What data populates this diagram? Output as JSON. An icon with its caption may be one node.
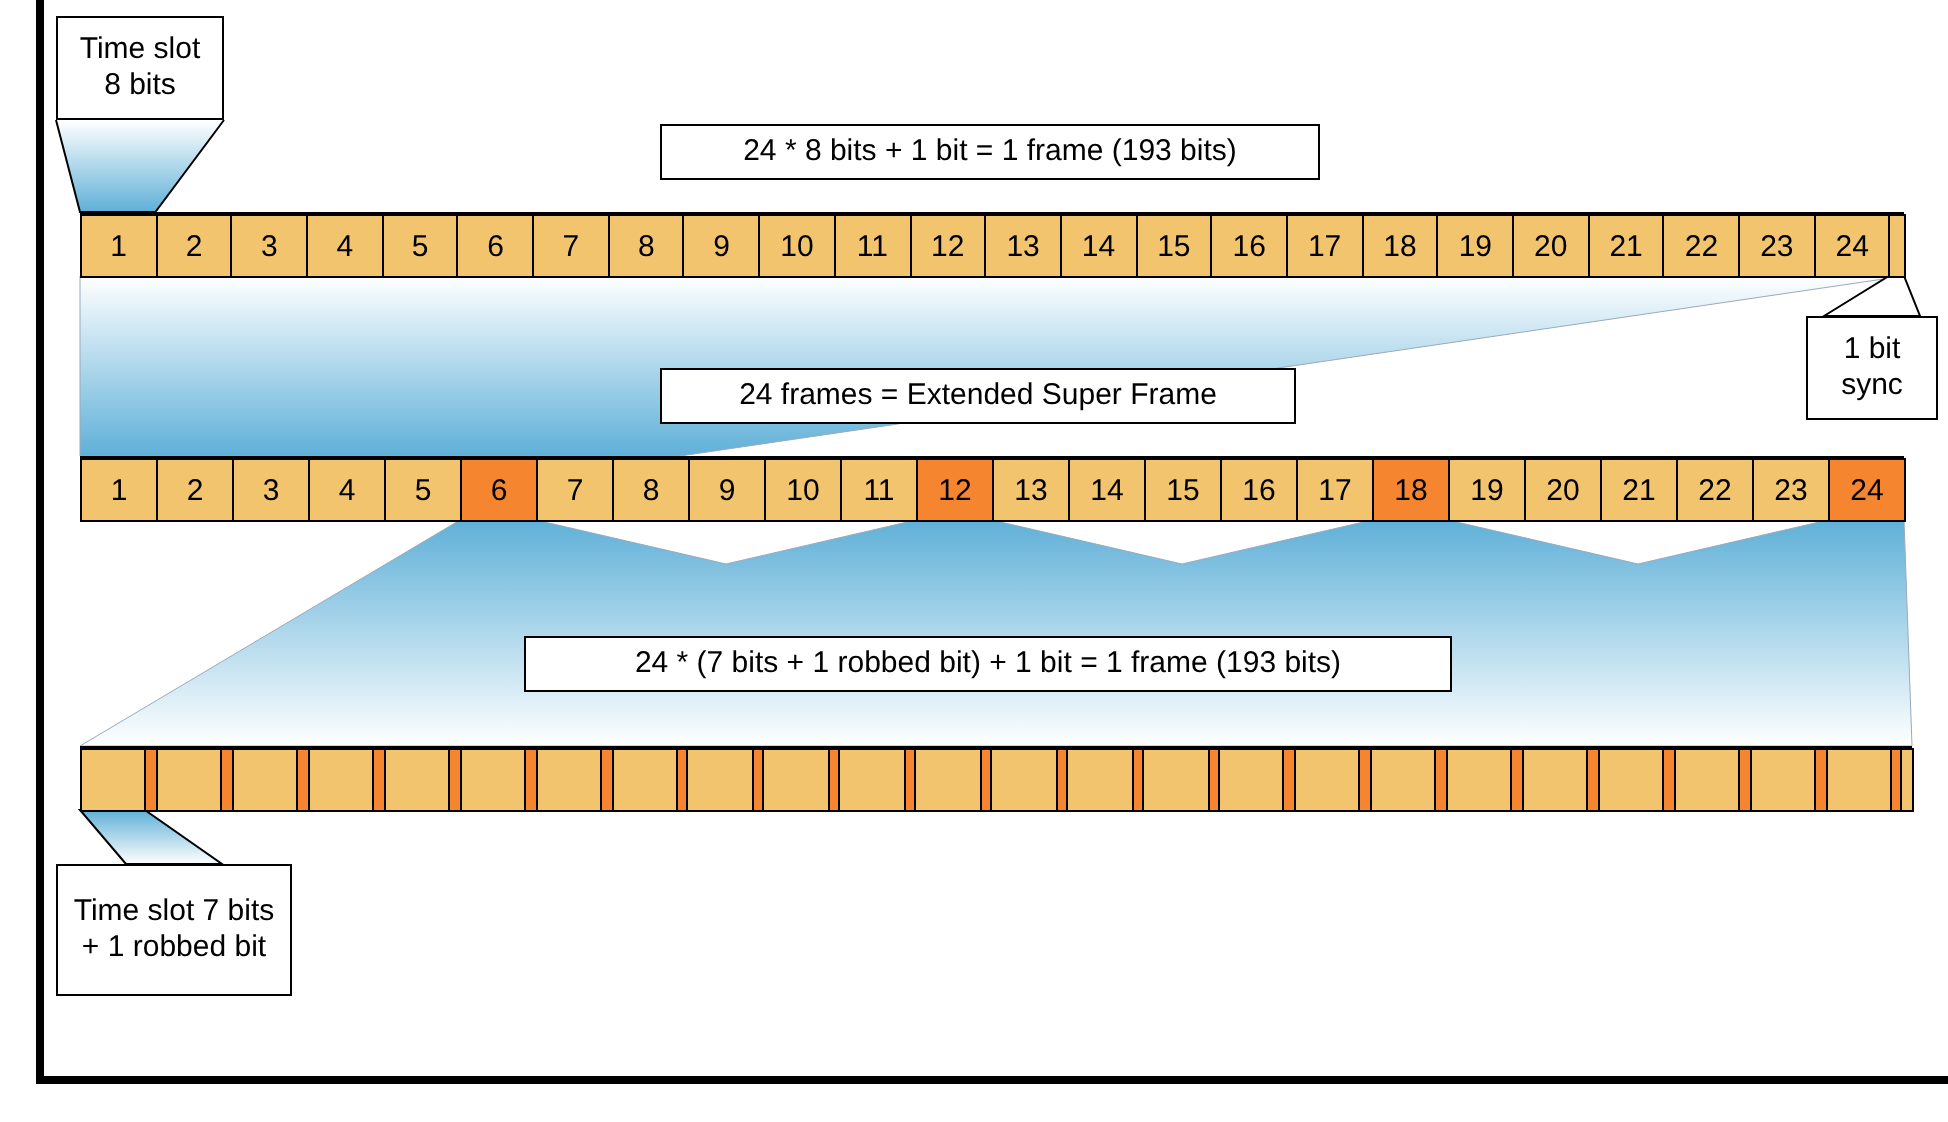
{
  "diagram": {
    "nodes": [
      {
        "text": [
          "Time slot 8 bits"
        ]
      },
      {
        "text": [
          "24 * 8 bits + 1 bit = 1 frame (193 bits)"
        ]
      },
      {
        "text": [],
        "shape": "bar"
      },
      {
        "text": [
          "1"
        ],
        "in": 2
      },
      {
        "text": [
          "2"
        ],
        "in": 2
      },
      {
        "text": [
          "3"
        ],
        "in": 2
      },
      {
        "text": [
          "4"
        ],
        "in": 2
      },
      {
        "text": [
          "5"
        ],
        "in": 2
      },
      {
        "text": [
          "6"
        ],
        "in": 2
      },
      {
        "text": [
          "7"
        ],
        "in": 2
      },
      {
        "text": [
          "8"
        ],
        "in": 2
      },
      {
        "text": [
          "9"
        ],
        "in": 2
      },
      {
        "text": [
          "10"
        ],
        "in": 2
      },
      {
        "text": [
          "11"
        ],
        "in": 2
      },
      {
        "text": [
          "12"
        ],
        "in": 2
      },
      {
        "text": [
          "13"
        ],
        "in": 2
      },
      {
        "text": [
          "14"
        ],
        "in": 2
      },
      {
        "text": [
          "15"
        ],
        "in": 2
      },
      {
        "text": [
          "16"
        ],
        "in": 2
      },
      {
        "text": [
          "17"
        ],
        "in": 2
      },
      {
        "text": [
          "18"
        ],
        "in": 2
      },
      {
        "text": [
          "19"
        ],
        "in": 2
      },
      {
        "text": [
          "20"
        ],
        "in": 2
      },
      {
        "text": [
          "21"
        ],
        "in": 2
      },
      {
        "text": [
          "22"
        ],
        "in": 2
      },
      {
        "text": [
          "23"
        ],
        "in": 2
      },
      {
        "text": [
          "24"
        ],
        "in": 2
      },
      {
        "text": [],
        "shape": "bar",
        "in": 2
      },
      {
        "text": [
          "1 bit sync"
        ]
      },
      {
        "text": [
          "24 frames = Extended Super Frame"
        ]
      },
      {
        "text": [],
        "shape": "bar"
      },
      {
        "text": [
          "1"
        ],
        "in": 30
      },
      {
        "text": [
          "2"
        ],
        "in": 30
      },
      {
        "text": [
          "3"
        ],
        "in": 30
      },
      {
        "text": [
          "4"
        ],
        "in": 30
      },
      {
        "text": [
          "5"
        ],
        "in": 30
      },
      {
        "text": [
          "6"
        ],
        "in": 30
      },
      {
        "text": [
          "7"
        ],
        "in": 30
      },
      {
        "text": [
          "8"
        ],
        "in": 30
      },
      {
        "text": [
          "9"
        ],
        "in": 30
      },
      {
        "text": [
          "10"
        ],
        "in": 30
      },
      {
        "text": [
          "11"
        ],
        "in": 30
      },
      {
        "text": [
          "12"
        ],
        "in": 30
      },
      {
        "text": [
          "13"
        ],
        "in": 30
      },
      {
        "text": [
          "14"
        ],
        "in": 30
      },
      {
        "text": [
          "15"
        ],
        "in": 30
      },
      {
        "text": [
          "16"
        ],
        "in": 30
      },
      {
        "text": [
          "17"
        ],
        "in": 30
      },
      {
        "text": [
          "18"
        ],
        "in": 30
      },
      {
        "text": [
          "19"
        ],
        "in": 30
      },
      {
        "text": [
          "20"
        ],
        "in": 30
      },
      {
        "text": [
          "21"
        ],
        "in": 30
      },
      {
        "text": [
          "22"
        ],
        "in": 30
      },
      {
        "text": [
          "23"
        ],
        "in": 30
      },
      {
        "text": [
          "24"
        ],
        "in": 30
      },
      {
        "text": [
          "24 * (7 bits + 1 robbed bit) + 1 bit  = 1 frame (193 bits)"
        ]
      },
      {
        "text": [],
        "shape": "bar"
      },
      {
        "text": [],
        "shape": "box",
        "in": 56
      },
      {
        "text": [],
        "shape": "bar",
        "in": 56
      },
      {
        "text": [],
        "shape": "box",
        "in": 56
      },
      {
        "text": [],
        "shape": "bar",
        "in": 56
      },
      {
        "text": [],
        "shape": "box",
        "in": 56
      },
      {
        "text": [],
        "shape": "bar",
        "in": 56
      },
      {
        "text": [],
        "shape": "box",
        "in": 56
      },
      {
        "text": [],
        "shape": "bar",
        "in": 56
      },
      {
        "text": [],
        "shape": "box",
        "in": 56
      },
      {
        "text": [],
        "shape": "bar",
        "in": 56
      },
      {
        "text": [],
        "shape": "box",
        "in": 56
      },
      {
        "text": [],
        "shape": "bar",
        "in": 56
      },
      {
        "text": [],
        "shape": "box",
        "in": 56
      },
      {
        "text": [],
        "shape": "bar",
        "in": 56
      },
      {
        "text": [],
        "shape": "box",
        "in": 56
      },
      {
        "text": [],
        "shape": "bar",
        "in": 56
      },
      {
        "text": [],
        "shape": "box",
        "in": 56
      },
      {
        "text": [],
        "shape": "bar",
        "in": 56
      },
      {
        "text": [],
        "shape": "box",
        "in": 56
      },
      {
        "text": [],
        "shape": "bar",
        "in": 56
      },
      {
        "text": [],
        "shape": "box",
        "in": 56
      },
      {
        "text": [],
        "shape": "bar",
        "in": 56
      },
      {
        "text": [],
        "shape": "box",
        "in": 56
      },
      {
        "text": [],
        "shape": "bar",
        "in": 56
      },
      {
        "text": [],
        "shape": "box",
        "in": 56
      },
      {
        "text": [],
        "shape": "bar",
        "in": 56
      },
      {
        "text": [],
        "shape": "box",
        "in": 56
      },
      {
        "text": [],
        "shape": "bar",
        "in": 56
      },
      {
        "text": [],
        "shape": "box",
        "in": 56
      },
      {
        "text": [],
        "shape": "bar",
        "in": 56
      },
      {
        "text": [],
        "shape": "box",
        "in": 56
      },
      {
        "text": [],
        "shape": "bar",
        "in": 56
      },
      {
        "text": [],
        "shape": "box",
        "in": 56
      },
      {
        "text": [],
        "shape": "bar",
        "in": 56
      },
      {
        "text": [],
        "shape": "box",
        "in": 56
      },
      {
        "text": [],
        "shape": "bar",
        "in": 56
      },
      {
        "text": [],
        "shape": "box",
        "in": 56
      },
      {
        "text": [],
        "shape": "bar",
        "in": 56
      },
      {
        "text": [],
        "shape": "box",
        "in": 56
      },
      {
        "text": [],
        "shape": "bar",
        "in": 56
      },
      {
        "text": [],
        "shape": "box",
        "in": 56
      },
      {
        "text": [],
        "shape": "bar",
        "in": 56
      },
      {
        "text": [],
        "shape": "box",
        "in": 56
      },
      {
        "text": [],
        "shape": "bar",
        "in": 56
      },
      {
        "text": [],
        "shape": "box",
        "in": 56
      },
      {
        "text": [],
        "shape": "bar",
        "in": 56
      },
      {
        "text": [],
        "shape": "box",
        "in": 56
      },
      {
        "text": [],
        "shape": "bar",
        "in": 56
      },
      {
        "text": [],
        "shape": "bar",
        "in": 56
      },
      {
        "text": [
          "Time slot 7 bits + 1 robbed bit"
        ]
      }
    ],
    "edges": [
      {
        "from": 0,
        "to": 3,
        "arrow": "none"
      },
      {
        "from": 28,
        "to": 27,
        "arrow": "none"
      },
      {
        "from": 106,
        "to": 57,
        "arrow": "none"
      }
    ]
  }
}
